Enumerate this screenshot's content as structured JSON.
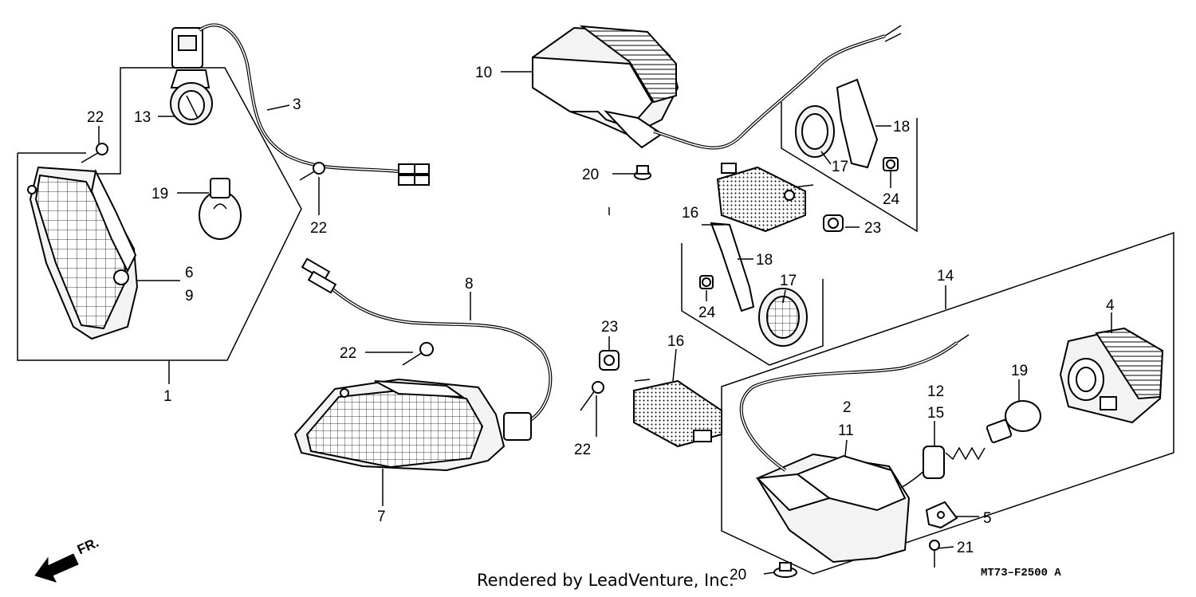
{
  "diagram": {
    "credit": "Rendered by LeadVenture, Inc.",
    "drawing_code": "MT73–F2500 A",
    "direction_label": "FR.",
    "callouts": {
      "c1": "1",
      "c2": "2",
      "c3": "3",
      "c4": "4",
      "c5": "5",
      "c6": "6",
      "c7": "7",
      "c8": "8",
      "c9": "9",
      "c10": "10",
      "c11": "11",
      "c12": "12",
      "c13": "13",
      "c14": "14",
      "c15": "15",
      "c16a": "16",
      "c16b": "16",
      "c17a": "17",
      "c17b": "17",
      "c18a": "18",
      "c18b": "18",
      "c19a": "19",
      "c19b": "19",
      "c20a": "20",
      "c20b": "20",
      "c21": "21",
      "c22a": "22",
      "c22b": "22",
      "c22c": "22",
      "c22d": "22",
      "c23a": "23",
      "c23b": "23",
      "c24a": "24",
      "c24b": "24"
    }
  }
}
